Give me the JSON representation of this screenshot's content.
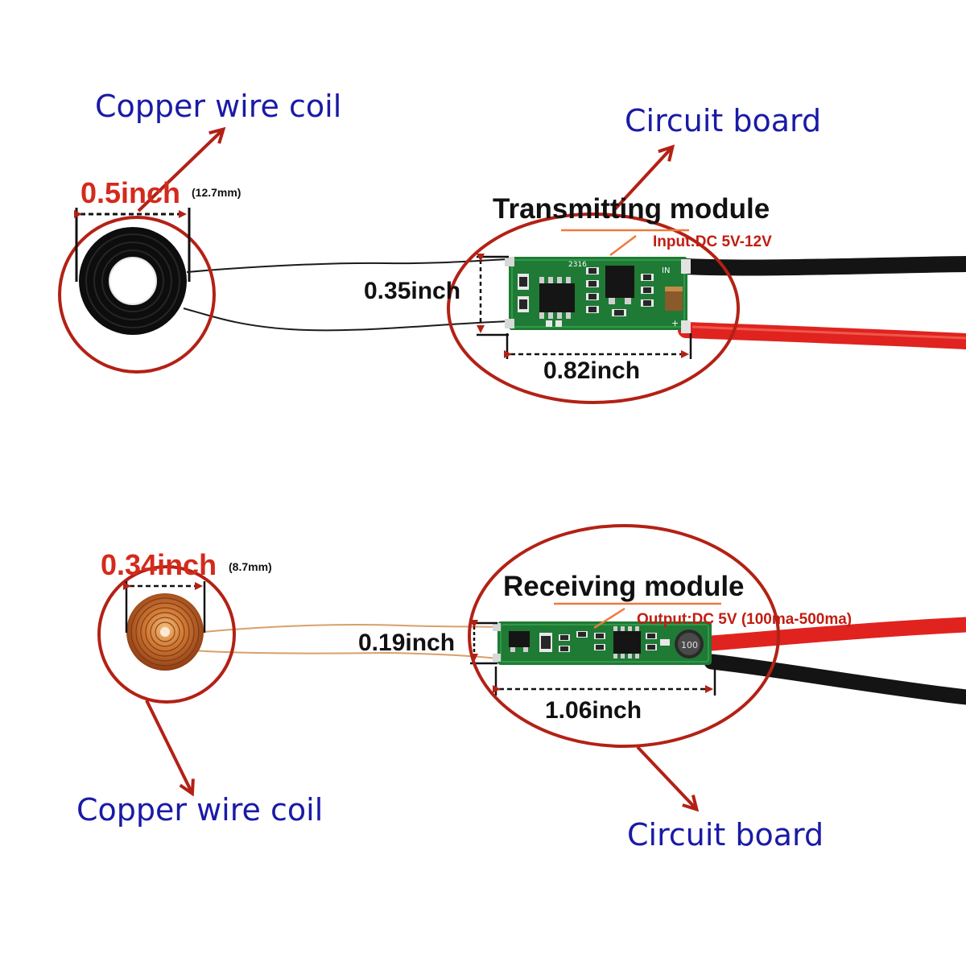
{
  "transmitter": {
    "coil_label": "Copper wire coil",
    "board_label": "Circuit board",
    "coil_diameter": "0.5inch",
    "coil_diameter_mm": "(12.7mm)",
    "module_title": "Transmitting module",
    "spec": "Input:DC 5V-12V",
    "board_height": "0.35inch",
    "board_length": "0.82inch",
    "silkscreen": [
      "2316",
      "IN",
      "+"
    ]
  },
  "receiver": {
    "coil_diameter": "0.34inch",
    "coil_diameter_mm": "(8.7mm)",
    "module_title": "Receiving module",
    "spec": "Output:DC 5V (100ma-500ma)",
    "board_height": "0.19inch",
    "board_length": "1.06inch",
    "coil_label": "Copper wire coil",
    "board_label": "Circuit board",
    "inductor_marking": "100"
  },
  "colors": {
    "annotation_red": "#b32115",
    "label_blue": "#1a1aa6",
    "pcb_green": "#1f7a35",
    "wire_red": "#e0231f",
    "wire_black": "#141414",
    "copper": "#c0622a"
  }
}
